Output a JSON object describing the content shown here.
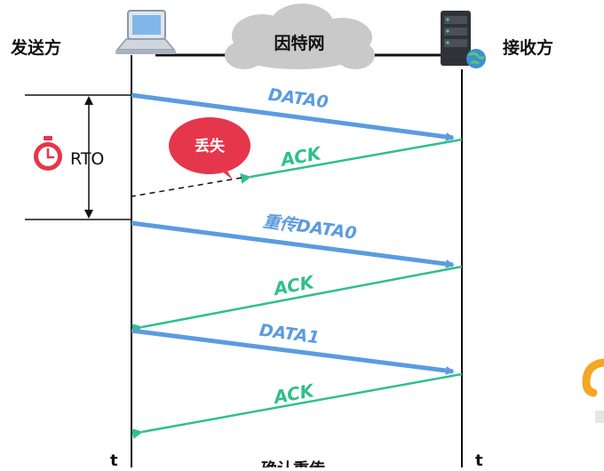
{
  "sender": {
    "label": "发送方"
  },
  "receiver": {
    "label": "接收方"
  },
  "network": {
    "label": "因特网"
  },
  "timeout": {
    "label": "RTO"
  },
  "loss_bubble": {
    "label": "丢失"
  },
  "messages": {
    "data0": "DATA0",
    "ack_lost": "ACK",
    "retransmit": "重传DATA0",
    "ack2": "ACK",
    "data1": "DATA1",
    "ack3": "ACK"
  },
  "time_axis": {
    "sender_t": "t",
    "receiver_t": "t"
  },
  "bottom_caption": "确认重传",
  "colors": {
    "data_arrow": "#5b9be0",
    "ack_arrow": "#2ec08a",
    "loss_bubble": "#e5364b",
    "timer_icon": "#e5364b"
  },
  "icons": {
    "sender_device": "laptop-icon",
    "receiver_device": "server-icon",
    "network": "cloud-icon",
    "timer": "stopwatch-icon"
  }
}
